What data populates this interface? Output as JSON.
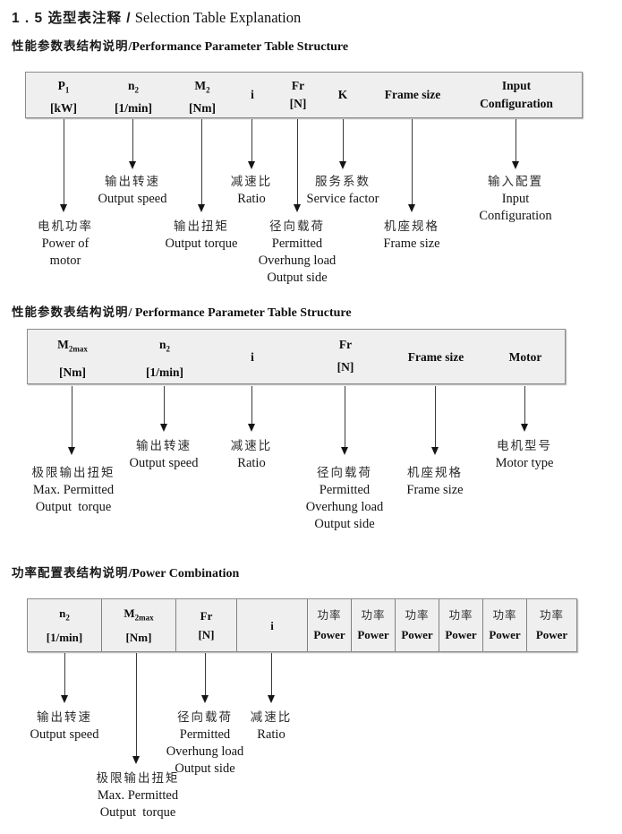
{
  "title": {
    "zh": "1 . 5 选型表注释 /",
    "en": " Selection Table Explanation"
  },
  "colors": {
    "table_bg": "#efeff0",
    "table_border": "#8b8b8b",
    "text": "#111111"
  },
  "sections": [
    {
      "heading_zh": "性能参数表结构说明",
      "heading_en": "/Performance Parameter Table Structure",
      "columns": [
        {
          "l1": "P",
          "sub": "1",
          "l2": "[kW]"
        },
        {
          "l1": "n",
          "sub": "2",
          "l2": "[1/min]"
        },
        {
          "l1": "M",
          "sub": "2",
          "l2": "[Nm]"
        },
        {
          "l1": "i"
        },
        {
          "l1": "Fr",
          "l2": "[N]"
        },
        {
          "l1": "K"
        },
        {
          "l1": "Frame size"
        },
        {
          "l1": "Input",
          "l2": "Configuration"
        }
      ],
      "callouts": [
        {
          "zh": "电机功率",
          "en": [
            "Power of",
            "motor"
          ]
        },
        {
          "zh": "输出转速",
          "en": [
            "Output speed"
          ]
        },
        {
          "zh": "输出扭矩",
          "en": [
            "Output torque"
          ]
        },
        {
          "zh": "减速比",
          "en": [
            "Ratio"
          ]
        },
        {
          "zh": "径向载荷",
          "en": [
            "Permitted",
            "Overhung load",
            "Output side"
          ]
        },
        {
          "zh": "服务系数",
          "en": [
            "Service factor"
          ]
        },
        {
          "zh": "机座规格",
          "en": [
            "Frame size"
          ]
        },
        {
          "zh": "输入配置",
          "en": [
            "Input",
            "Configuration"
          ]
        }
      ]
    },
    {
      "heading_zh": "性能参数表结构说明",
      "heading_en": "/ Performance Parameter Table Structure",
      "columns": [
        {
          "l1": "M",
          "sub": "2max",
          "l2": "[Nm]"
        },
        {
          "l1": "n",
          "sub": "2",
          "l2": "[1/min]"
        },
        {
          "l1": "i"
        },
        {
          "l1": "Fr",
          "l2": "[N]"
        },
        {
          "l1": "Frame size"
        },
        {
          "l1": "Motor"
        }
      ],
      "callouts": [
        {
          "zh": "极限输出扭矩",
          "en": [
            "Max. Permitted",
            "Output  torque"
          ]
        },
        {
          "zh": "输出转速",
          "en": [
            "Output speed"
          ]
        },
        {
          "zh": "减速比",
          "en": [
            "Ratio"
          ]
        },
        {
          "zh": "径向载荷",
          "en": [
            "Permitted",
            "Overhung load",
            "Output side"
          ]
        },
        {
          "zh": "机座规格",
          "en": [
            "Frame size"
          ]
        },
        {
          "zh": "电机型号",
          "en": [
            "Motor type"
          ]
        }
      ]
    },
    {
      "heading_zh": "功率配置表结构说明",
      "heading_en": "/Power Combination",
      "columns": [
        {
          "l1": "n",
          "sub": "2",
          "l2": "[1/min]"
        },
        {
          "l1": "M",
          "sub": "2max",
          "l2": "[Nm]"
        },
        {
          "l1": "Fr",
          "l2": "[N]"
        },
        {
          "l1": "i"
        },
        {
          "l1": "功率",
          "l2": "Power"
        },
        {
          "l1": "功率",
          "l2": "Power"
        },
        {
          "l1": "功率",
          "l2": "Power"
        },
        {
          "l1": "功率",
          "l2": "Power"
        },
        {
          "l1": "功率",
          "l2": "Power"
        },
        {
          "l1": "功率",
          "l2": "Power"
        }
      ],
      "callouts": [
        {
          "zh": "输出转速",
          "en": [
            "Output speed"
          ]
        },
        {
          "zh": "极限输出扭矩",
          "en": [
            "Max. Permitted",
            "Output  torque"
          ]
        },
        {
          "zh": "径向载荷",
          "en": [
            "Permitted",
            "Overhung load",
            "Output side"
          ]
        },
        {
          "zh": "减速比",
          "en": [
            "Ratio"
          ]
        }
      ]
    }
  ]
}
